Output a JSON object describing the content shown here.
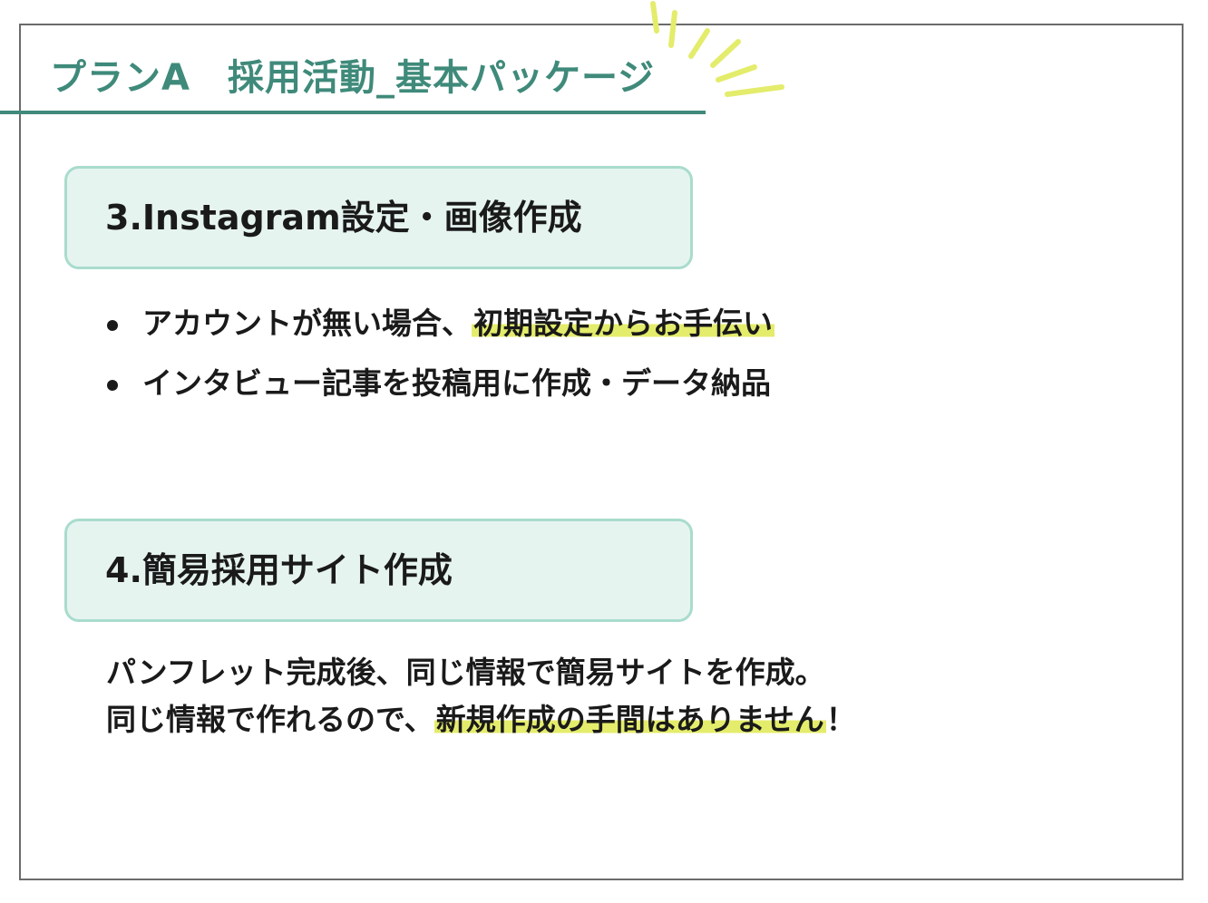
{
  "title": "プランA　採用活動_基本パッケージ",
  "colors": {
    "accent": "#3f8a7a",
    "section_bg": "#e6f4f0",
    "section_border": "#a9dccd",
    "highlight": "#e4ec6c",
    "sparkle": "#e4ec6c"
  },
  "section3": {
    "heading": "3.Instagram設定・画像作成",
    "bullets": [
      {
        "plain": "アカウントが無い場合、",
        "highlight": "初期設定からお手伝い"
      },
      {
        "plain": "インタビュー記事を投稿用に作成・データ納品",
        "highlight": ""
      }
    ]
  },
  "section4": {
    "heading": "4.簡易採用サイト作成",
    "line1": "パンフレット完成後、同じ情報で簡易サイトを作成。",
    "line2_plain": "同じ情報で作れるので、",
    "line2_highlight": "新規作成の手間はありません",
    "line2_end": "！"
  }
}
